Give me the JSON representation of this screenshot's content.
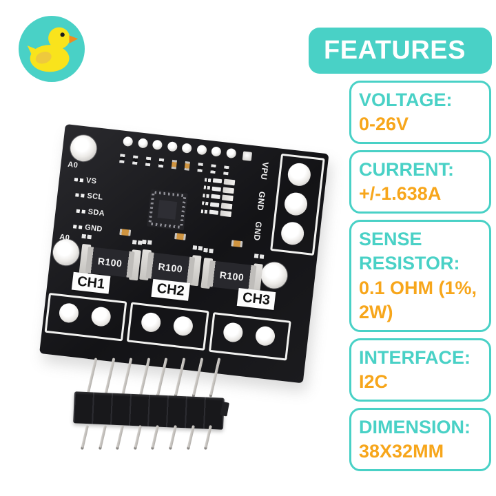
{
  "colors": {
    "accent": "#49d1c6",
    "value": "#f7a61b",
    "silk": "#f2f2f2",
    "orange_smd": "#cf9440",
    "duck_yellow": "#f9e31c",
    "duck_wing": "#eec93d",
    "duck_beak": "#ef8b1e"
  },
  "features": {
    "title": "FEATURES",
    "specs": [
      {
        "label": "VOLTAGE:",
        "value": "0-26V"
      },
      {
        "label": "CURRENT:",
        "value": "+/-1.638A"
      },
      {
        "label": "SENSE RESISTOR:",
        "value": "0.1 OHM (1%, 2W)"
      },
      {
        "label": "INTERFACE:",
        "value": "I2C"
      },
      {
        "label": "DIMENSION:",
        "value": "38X32MM"
      }
    ]
  },
  "board": {
    "left_labels": [
      "A0",
      "VS",
      "SCL",
      "SDA",
      "GND",
      "A0"
    ],
    "right_labels": [
      "VPU",
      "GND",
      "GND"
    ],
    "channels": [
      "CH1",
      "CH2",
      "CH3"
    ],
    "shunt_label": "R100",
    "top_pad_count": 8,
    "smd_pad_count": 9,
    "jumper_row_count": 5
  },
  "pin_header": {
    "pin_count": 8
  }
}
